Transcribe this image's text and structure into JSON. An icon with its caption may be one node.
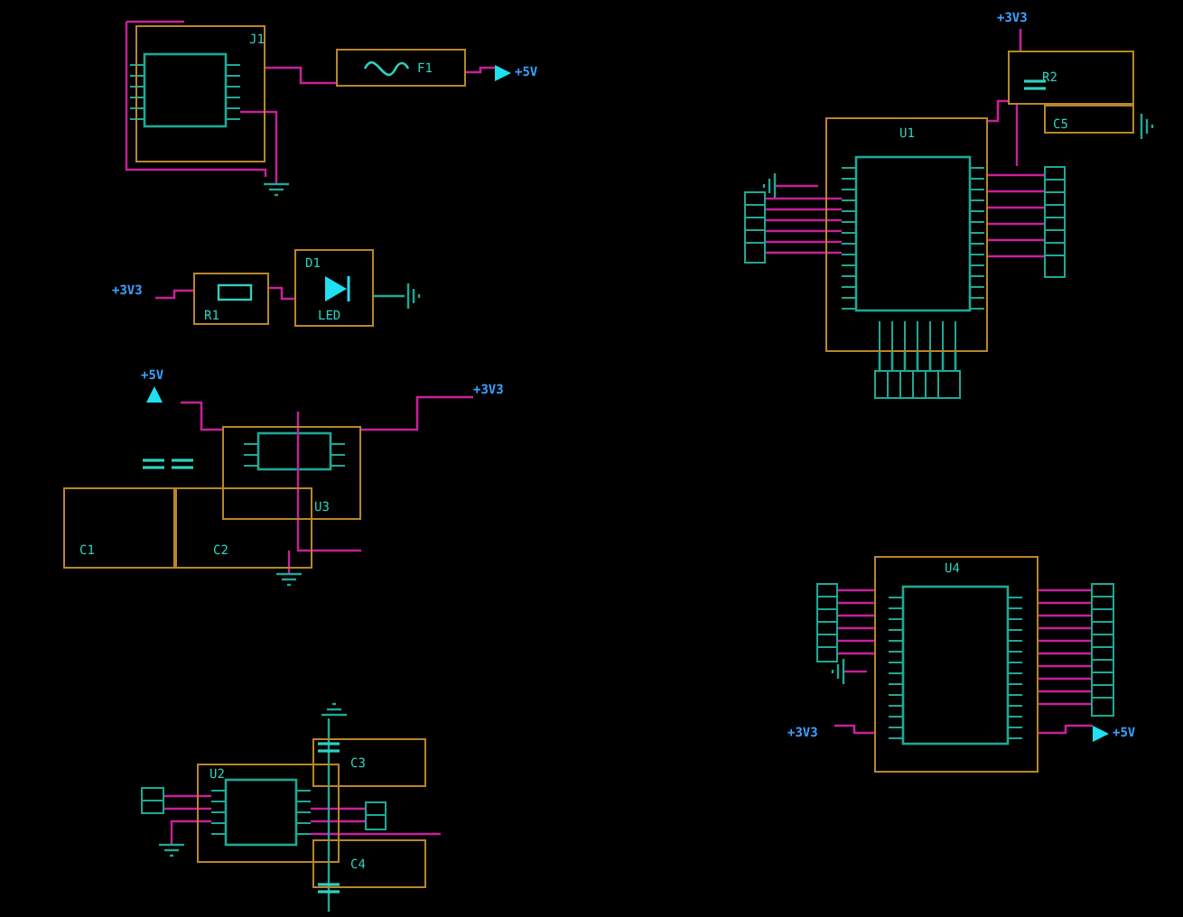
{
  "diagram": {
    "nodes": [
      {
        "text": [
          "J1"
        ]
      },
      {
        "text": [
          "F1"
        ]
      },
      {
        "text": [
          "+5V"
        ]
      },
      {
        "text": [
          "R1"
        ]
      },
      {
        "text": [
          "D1",
          "LED"
        ]
      },
      {
        "text": [
          "+3V3"
        ]
      },
      {
        "text": [
          "U3"
        ]
      },
      {
        "text": [
          "C1"
        ]
      },
      {
        "text": [
          "C2"
        ]
      },
      {
        "text": [
          "+5V"
        ]
      },
      {
        "text": [
          "+3V3"
        ]
      },
      {
        "text": [
          "U2"
        ]
      },
      {
        "text": [
          "C3"
        ]
      },
      {
        "text": [
          "C4"
        ]
      },
      {
        "text": [
          "U1"
        ]
      },
      {
        "text": [
          "R2"
        ]
      },
      {
        "text": [
          "C5"
        ]
      },
      {
        "text": [
          "+3V3"
        ]
      },
      {
        "text": [
          "U4"
        ]
      },
      {
        "text": [
          "+5V"
        ]
      },
      {
        "text": [
          "+3V3"
        ]
      },
      {
        "text": [],
        "shape": "box"
      },
      {
        "text": [],
        "shape": "box"
      },
      {
        "text": [],
        "shape": "box"
      },
      {
        "text": [],
        "shape": "box"
      },
      {
        "text": [],
        "shape": "box"
      },
      {
        "text": [],
        "shape": "box"
      },
      {
        "text": [],
        "shape": "box"
      }
    ],
    "edges": [
      {
        "from": 0,
        "to": 1,
        "arrow": "none"
      },
      {
        "from": 1,
        "to": 2,
        "arrow": "none"
      },
      {
        "from": 5,
        "to": 3,
        "arrow": "none"
      },
      {
        "from": 3,
        "to": 4,
        "arrow": "none"
      },
      {
        "from": 9,
        "to": 6,
        "arrow": "none"
      },
      {
        "from": 6,
        "to": 10,
        "arrow": "none"
      },
      {
        "from": 17,
        "to": 15,
        "arrow": "none"
      },
      {
        "from": 15,
        "to": 14,
        "arrow": "none"
      },
      {
        "from": 20,
        "to": 18,
        "arrow": "none"
      },
      {
        "from": 18,
        "to": 19,
        "arrow": "none"
      },
      {
        "from": 21,
        "to": 14,
        "arrow": "none"
      },
      {
        "from": 21,
        "to": 14,
        "arrow": "none"
      },
      {
        "from": 21,
        "to": 14,
        "arrow": "none"
      },
      {
        "from": 21,
        "to": 14,
        "arrow": "none"
      },
      {
        "from": 21,
        "to": 14,
        "arrow": "none"
      },
      {
        "from": 21,
        "to": 14,
        "arrow": "none"
      },
      {
        "from": 14,
        "to": 22,
        "arrow": "none"
      },
      {
        "from": 14,
        "to": 22,
        "arrow": "none"
      },
      {
        "from": 14,
        "to": 22,
        "arrow": "none"
      },
      {
        "from": 14,
        "to": 22,
        "arrow": "none"
      },
      {
        "from": 14,
        "to": 22,
        "arrow": "none"
      },
      {
        "from": 14,
        "to": 22,
        "arrow": "none"
      },
      {
        "from": 14,
        "to": 23,
        "arrow": "none",
        "color": "#1fa896"
      },
      {
        "from": 14,
        "to": 23,
        "arrow": "none",
        "color": "#1fa896"
      },
      {
        "from": 14,
        "to": 23,
        "arrow": "none",
        "color": "#1fa896"
      },
      {
        "from": 14,
        "to": 23,
        "arrow": "none",
        "color": "#1fa896"
      },
      {
        "from": 14,
        "to": 23,
        "arrow": "none",
        "color": "#1fa896"
      },
      {
        "from": 14,
        "to": 23,
        "arrow": "none",
        "color": "#1fa896"
      },
      {
        "from": 14,
        "to": 23,
        "arrow": "none",
        "color": "#1fa896"
      },
      {
        "from": 24,
        "to": 18,
        "arrow": "none"
      },
      {
        "from": 24,
        "to": 18,
        "arrow": "none"
      },
      {
        "from": 24,
        "to": 18,
        "arrow": "none"
      },
      {
        "from": 24,
        "to": 18,
        "arrow": "none"
      },
      {
        "from": 24,
        "to": 18,
        "arrow": "none"
      },
      {
        "from": 24,
        "to": 18,
        "arrow": "none"
      },
      {
        "from": 18,
        "to": 25,
        "arrow": "none"
      },
      {
        "from": 18,
        "to": 25,
        "arrow": "none"
      },
      {
        "from": 18,
        "to": 25,
        "arrow": "none"
      },
      {
        "from": 18,
        "to": 25,
        "arrow": "none"
      },
      {
        "from": 18,
        "to": 25,
        "arrow": "none"
      },
      {
        "from": 18,
        "to": 25,
        "arrow": "none"
      },
      {
        "from": 18,
        "to": 25,
        "arrow": "none"
      },
      {
        "from": 18,
        "to": 25,
        "arrow": "none"
      },
      {
        "from": 18,
        "to": 25,
        "arrow": "none"
      },
      {
        "from": 18,
        "to": 25,
        "arrow": "none"
      },
      {
        "from": 26,
        "to": 11,
        "arrow": "none"
      },
      {
        "from": 26,
        "to": 11,
        "arrow": "none"
      },
      {
        "from": 11,
        "to": 27,
        "arrow": "none"
      },
      {
        "from": 11,
        "to": 27,
        "arrow": "none"
      }
    ]
  }
}
